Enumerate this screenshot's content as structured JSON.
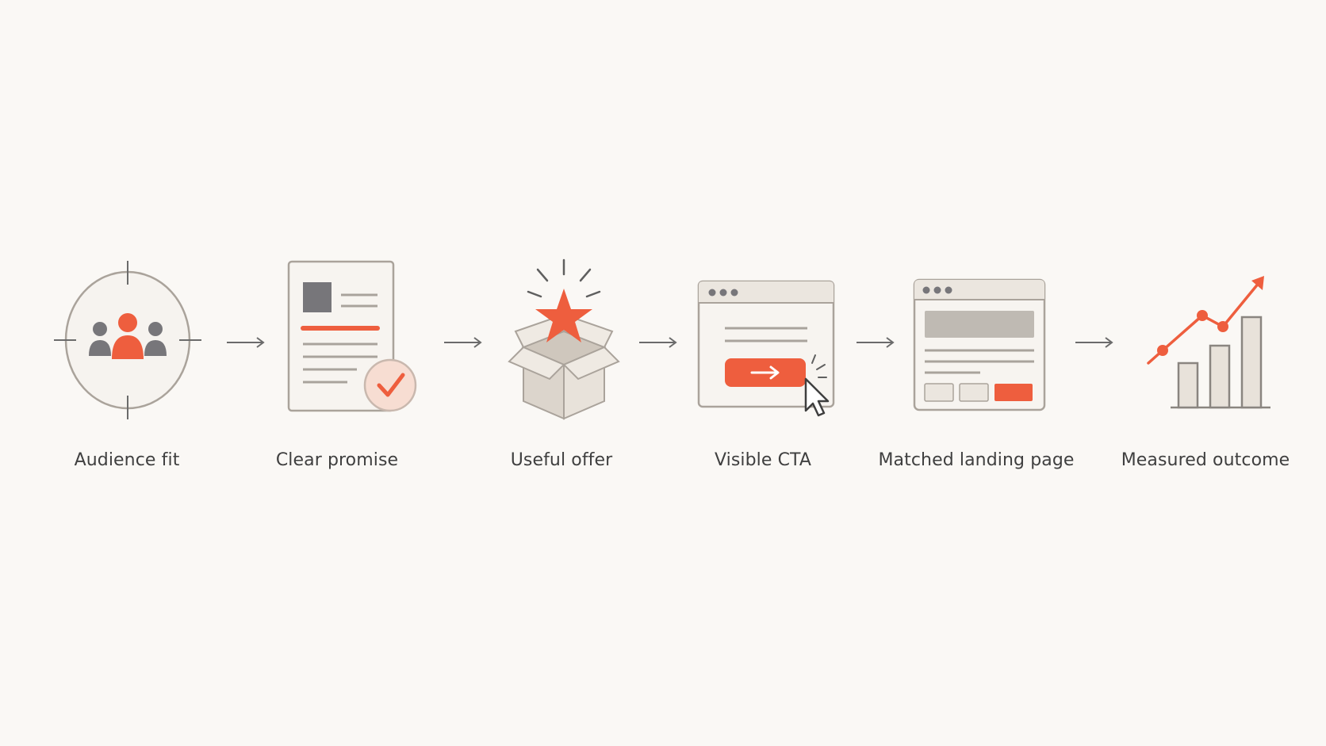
{
  "steps": [
    {
      "label": "Audience fit",
      "icon": "audience-target-icon"
    },
    {
      "label": "Clear promise",
      "icon": "document-check-icon"
    },
    {
      "label": "Useful offer",
      "icon": "gift-box-star-icon"
    },
    {
      "label": "Visible CTA",
      "icon": "browser-cta-click-icon"
    },
    {
      "label": "Matched landing page",
      "icon": "landing-page-icon"
    },
    {
      "label": "Measured outcome",
      "icon": "growth-chart-icon"
    }
  ],
  "colors": {
    "background": "#faf8f5",
    "accent": "#ee5e3e",
    "accent_light": "#f7ddd2",
    "gray_dark": "#77767a",
    "gray_mid": "#bfbab3",
    "panel": "#efebe5",
    "line": "#b8b2aa",
    "text": "#3f3f3f"
  }
}
